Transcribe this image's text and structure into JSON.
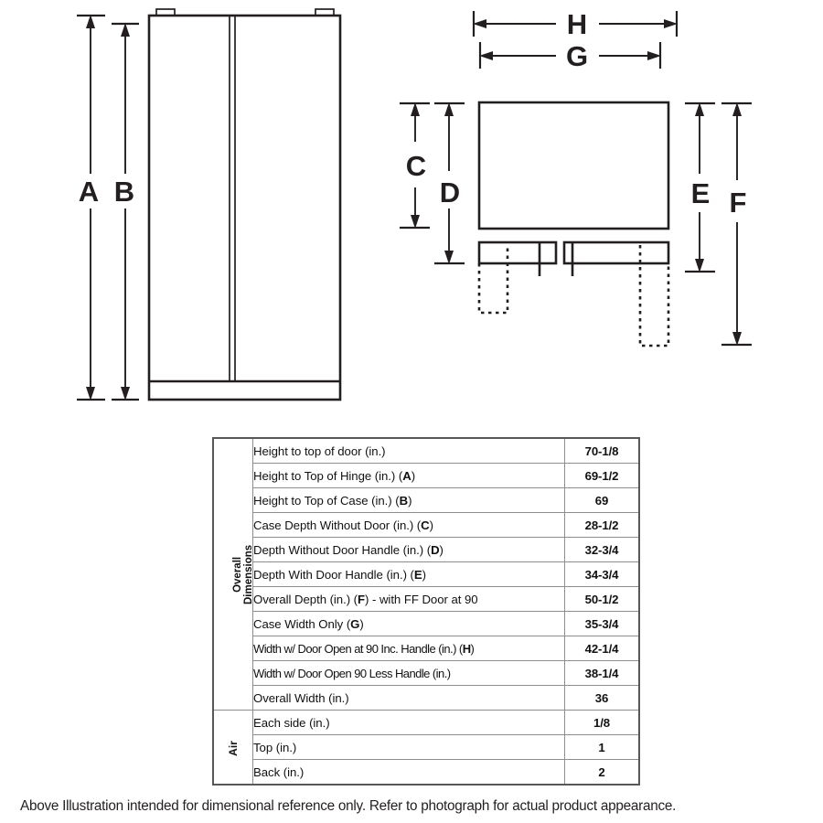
{
  "diagram": {
    "title": "Refrigerator dimensional illustration",
    "views": [
      {
        "name": "front-elevation-view",
        "letters": [
          "A",
          "B"
        ]
      },
      {
        "name": "top-plan-view",
        "letters": [
          "C",
          "D",
          "E",
          "F",
          "G",
          "H"
        ]
      }
    ],
    "dimension_letters": {
      "A": "A",
      "B": "B",
      "C": "C",
      "D": "D",
      "E": "E",
      "F": "F",
      "G": "G",
      "H": "H"
    }
  },
  "table": {
    "groups": [
      {
        "label_lines": [
          "Overall",
          "Dimensions"
        ],
        "rows": 11
      },
      {
        "label_lines": [
          "Air"
        ],
        "rows": 3
      }
    ],
    "rows": [
      {
        "group": "Overall Dimensions",
        "label": "Height to top of door (in.)",
        "letter": "",
        "value": "70-1/8"
      },
      {
        "group": "Overall Dimensions",
        "label": "Height to Top of Hinge (in.)",
        "letter": "A",
        "value": "69-1/2"
      },
      {
        "group": "Overall Dimensions",
        "label": "Height to Top of Case (in.)",
        "letter": "B",
        "value": "69"
      },
      {
        "group": "Overall Dimensions",
        "label": "Case Depth Without Door (in.)",
        "letter": "C",
        "value": "28-1/2"
      },
      {
        "group": "Overall Dimensions",
        "label": "Depth Without Door Handle (in.)",
        "letter": "D",
        "value": "32-3/4"
      },
      {
        "group": "Overall Dimensions",
        "label": "Depth With Door Handle (in.)",
        "letter": "E",
        "value": "34-3/4"
      },
      {
        "group": "Overall Dimensions",
        "label": "Overall Depth (in.)",
        "letter": "F",
        "suffix": " - with FF Door at 90",
        "value": "50-1/2"
      },
      {
        "group": "Overall Dimensions",
        "label": "Case Width Only",
        "letter": "G",
        "value": "35-3/4"
      },
      {
        "group": "Overall Dimensions",
        "label": "Width w/ Door Open at 90 Inc. Handle (in.)",
        "letter": "H",
        "value": "42-1/4"
      },
      {
        "group": "Overall Dimensions",
        "label": "Width w/ Door Open 90 Less Handle (in.)",
        "letter": "",
        "value": "38-1/4"
      },
      {
        "group": "Overall Dimensions",
        "label": "Overall Width (in.)",
        "letter": "",
        "value": "36"
      },
      {
        "group": "Air",
        "label": "Each side (in.)",
        "letter": "",
        "value": "1/8"
      },
      {
        "group": "Air",
        "label": "Top (in.)",
        "letter": "",
        "value": "1"
      },
      {
        "group": "Air",
        "label": "Back (in.)",
        "letter": "",
        "value": "2"
      }
    ]
  },
  "footnote": {
    "text": "Above Illustration intended for dimensional reference only. Refer to photograph for actual product appearance."
  },
  "colors": {
    "line": "#231f20",
    "table_border": "#58585a",
    "table_grid": "#8d8d8f",
    "text": "#111111",
    "background": "#ffffff"
  }
}
